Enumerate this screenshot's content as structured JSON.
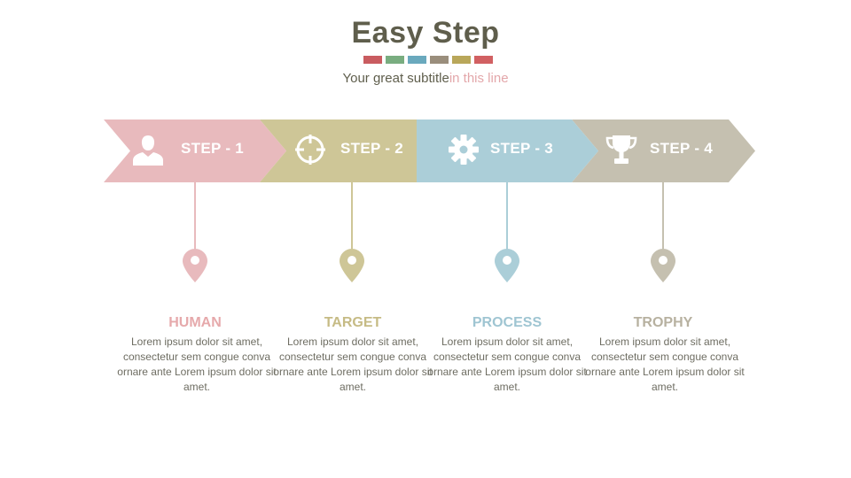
{
  "header": {
    "title": "Easy Step",
    "subtitle_main": "Your great subtitle",
    "subtitle_accent": "in this line",
    "swatch_colors": [
      "#c95c60",
      "#79ad80",
      "#6aa9bd",
      "#9a8e7c",
      "#b9a75a",
      "#d16062"
    ]
  },
  "steps": [
    {
      "label": "STEP - 1",
      "icon": "user-icon",
      "name": "HUMAN",
      "description": "Lorem ipsum dolor sit amet, consectetur sem congue conva ornare ante Lorem ipsum dolor sit amet.",
      "color": "#e8babd",
      "text_color": "#e6a9ab"
    },
    {
      "label": "STEP - 2",
      "icon": "target-icon",
      "name": "TARGET",
      "description": "Lorem ipsum dolor sit amet, consectetur sem congue conva ornare ante Lorem ipsum dolor sit amet.",
      "color": "#cec697",
      "text_color": "#c6bb85"
    },
    {
      "label": "STEP - 3",
      "icon": "gear-icon",
      "name": "PROCESS",
      "description": "Lorem ipsum dolor sit amet, consectetur sem congue conva ornare ante Lorem ipsum dolor sit amet.",
      "color": "#abced8",
      "text_color": "#9fc5d2"
    },
    {
      "label": "STEP - 4",
      "icon": "trophy-icon",
      "name": "TROPHY",
      "description": "Lorem ipsum dolor sit amet, consectetur sem congue conva ornare ante Lorem ipsum dolor sit amet.",
      "color": "#c5c0b0",
      "text_color": "#b7b1a0"
    }
  ]
}
